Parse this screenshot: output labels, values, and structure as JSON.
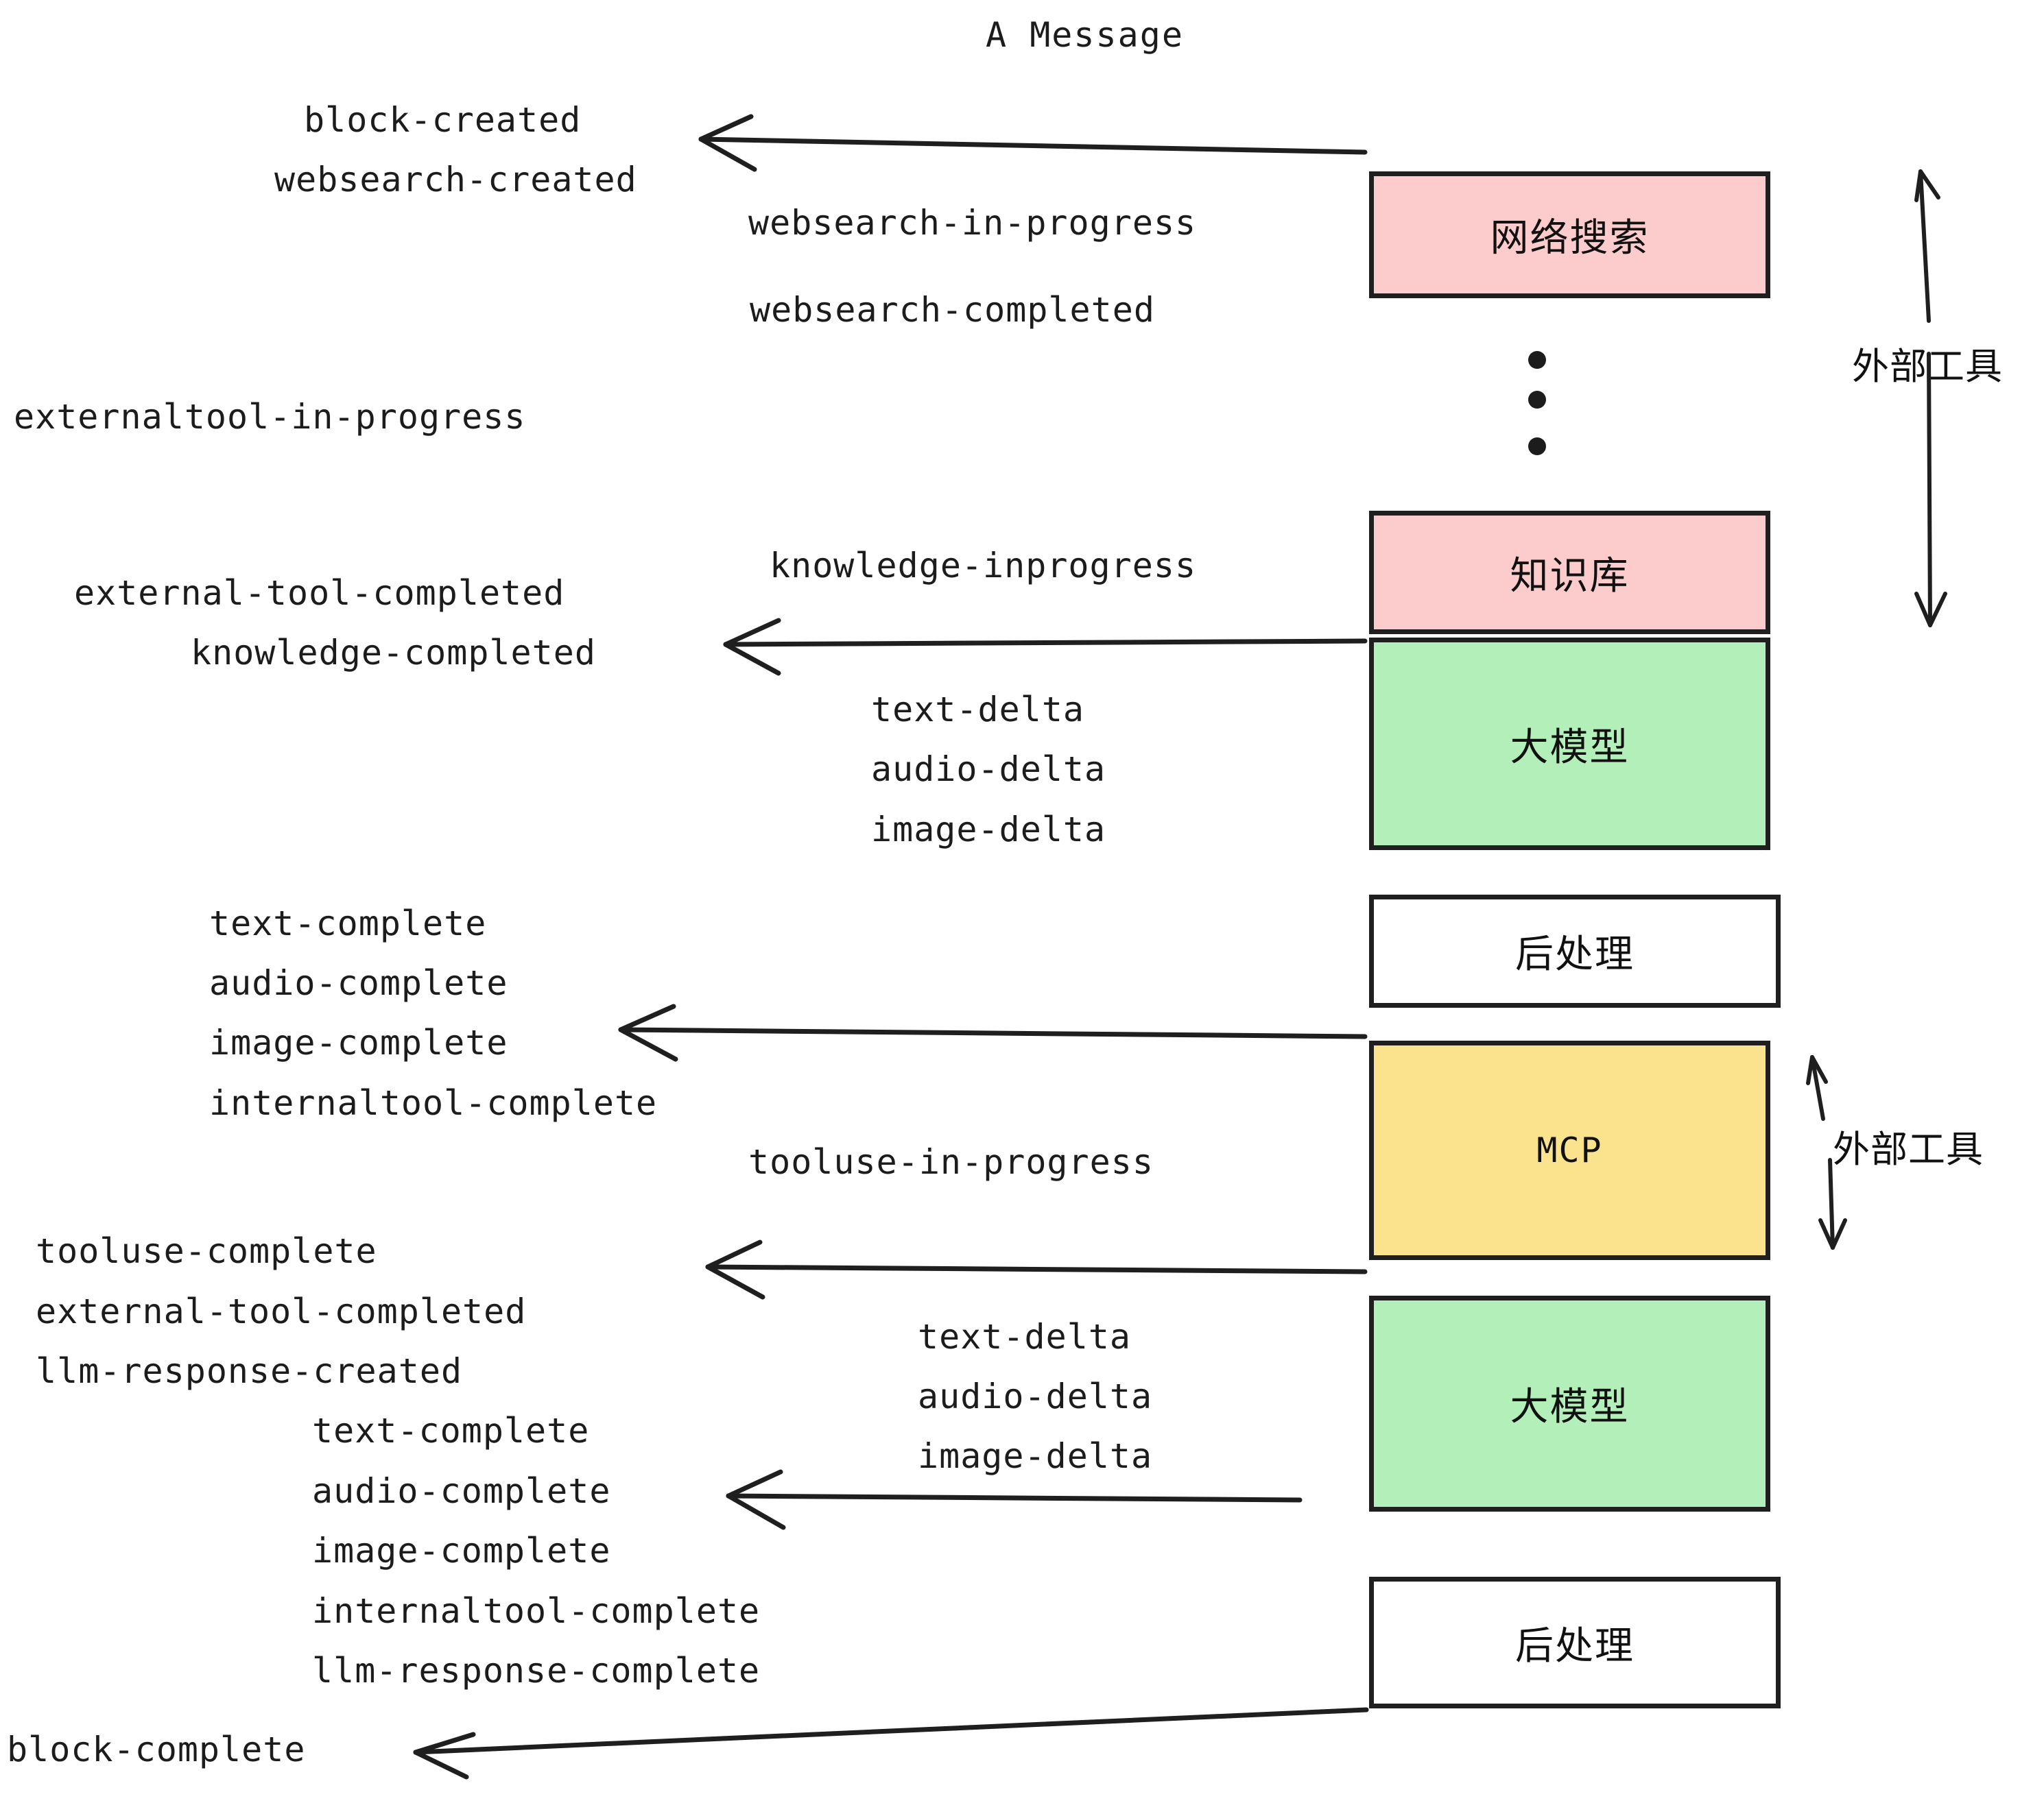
{
  "title": "A Message",
  "nodes": [
    {
      "label": "网络搜索",
      "color": "#fccccc",
      "kind": "external-tool"
    },
    {
      "label": "知识库",
      "color": "#fccccc",
      "kind": "external-tool"
    },
    {
      "label": "大模型",
      "color": "#b2efb9",
      "kind": "llm"
    },
    {
      "label": "后处理",
      "color": "#ffffff",
      "kind": "post-process"
    },
    {
      "label": "MCP",
      "color": "#fbe38d",
      "kind": "external-tool"
    },
    {
      "label": "大模型",
      "color": "#b2efb9",
      "kind": "llm"
    },
    {
      "label": "后处理",
      "color": "#ffffff",
      "kind": "post-process"
    }
  ],
  "side_labels": [
    {
      "text": "外部工具"
    },
    {
      "text": "外部工具"
    }
  ],
  "events": [
    {
      "text": "block-created"
    },
    {
      "text": "websearch-created"
    },
    {
      "text": "websearch-in-progress"
    },
    {
      "text": "websearch-completed"
    },
    {
      "text": "externaltool-in-progress"
    },
    {
      "text": "knowledge-inprogress"
    },
    {
      "text": "external-tool-completed"
    },
    {
      "text": "knowledge-completed"
    },
    {
      "text": "text-delta"
    },
    {
      "text": "audio-delta"
    },
    {
      "text": "image-delta"
    },
    {
      "text": "text-complete"
    },
    {
      "text": "audio-complete"
    },
    {
      "text": "image-complete"
    },
    {
      "text": "internaltool-complete"
    },
    {
      "text": "tooluse-in-progress"
    },
    {
      "text": "tooluse-complete"
    },
    {
      "text": "external-tool-completed"
    },
    {
      "text": "llm-response-created"
    },
    {
      "text": "text-complete"
    },
    {
      "text": "audio-complete"
    },
    {
      "text": "image-complete"
    },
    {
      "text": "internaltool-complete"
    },
    {
      "text": "llm-response-complete"
    },
    {
      "text": "block-complete"
    },
    {
      "text": "text-delta"
    },
    {
      "text": "audio-delta"
    },
    {
      "text": "image-delta"
    }
  ],
  "colors": {
    "external_tool_fill": "#fccccc",
    "llm_fill": "#b2efb9",
    "mcp_fill": "#fbe38d",
    "post_process_fill": "#ffffff",
    "stroke": "#1f1f1f",
    "text": "#1c1c1c",
    "background": "#ffffff"
  },
  "ellipsis_dots": 3
}
